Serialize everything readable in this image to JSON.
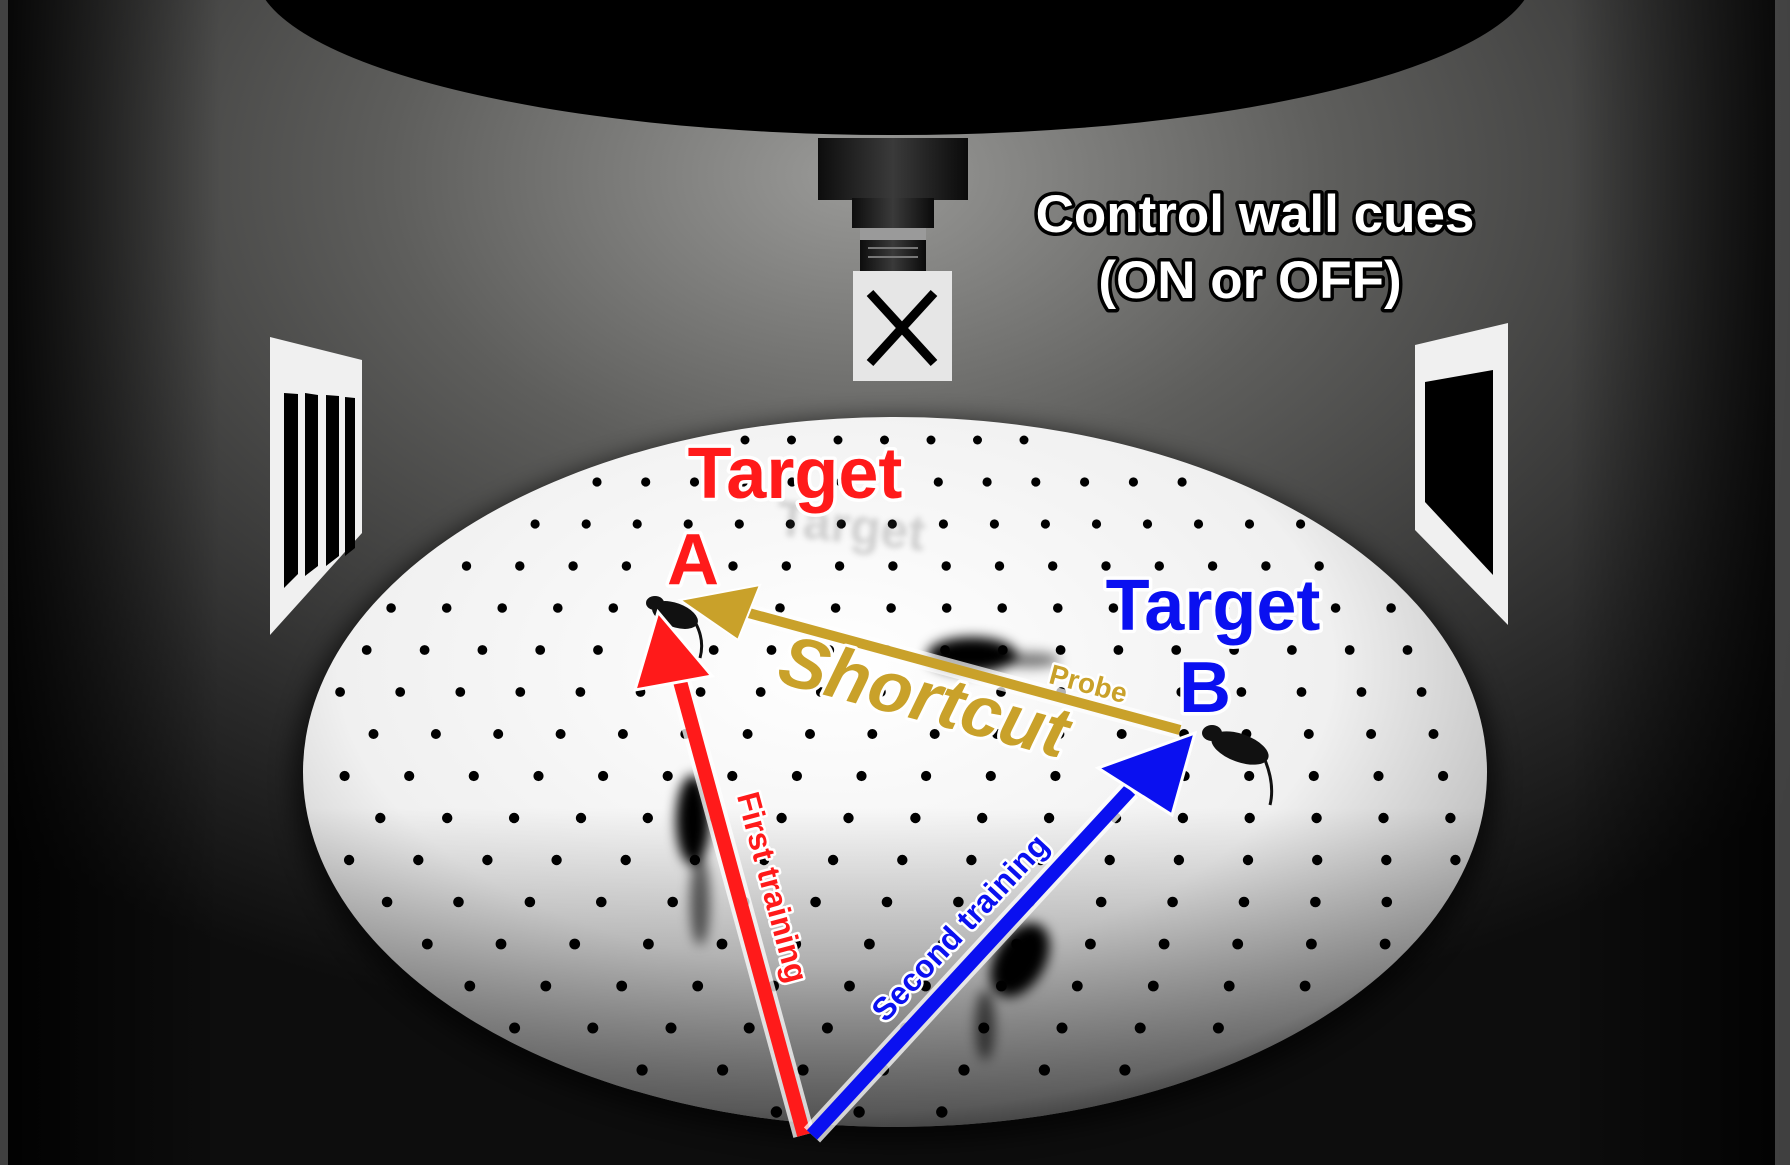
{
  "labels": {
    "control_wall_cues_line1": "Control wall cues",
    "control_wall_cues_line2": "(ON or OFF)",
    "target_a_word": "Target",
    "target_a_letter": "A",
    "target_b_word": "Target",
    "target_b_letter": "B",
    "shortcut": "Shortcut",
    "probe": "Probe",
    "first_training": "First training",
    "second_training": "Second training"
  },
  "colors": {
    "target_a": "#ff1a1a",
    "target_b": "#0a10f0",
    "shortcut": "#c9a12a",
    "cue_text": "#ffffff",
    "arena_floor": "#f2f2f2"
  },
  "icons": {
    "wall_cue_left": "vertical-stripes-icon",
    "wall_cue_center": "x-cross-icon",
    "wall_cue_right": "black-square-icon",
    "camera": "overhead-camera-icon"
  }
}
